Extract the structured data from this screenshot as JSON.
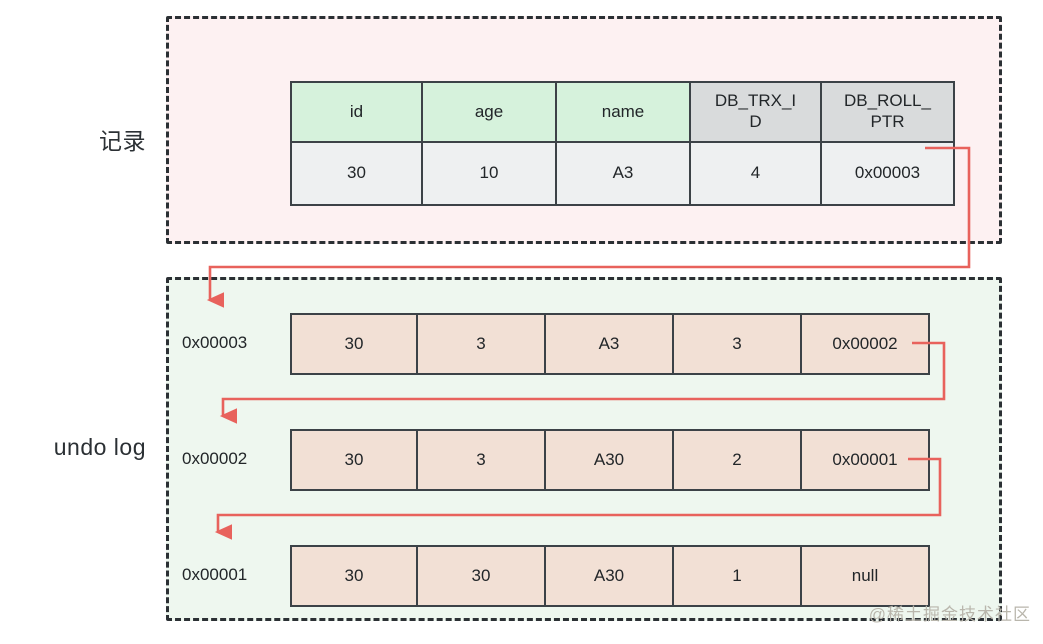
{
  "diagram": {
    "title_labels": {
      "record": "记录",
      "undo_log": "undo log"
    },
    "watermark": "@稀土掘金技术社区",
    "colors": {
      "record_group_bg": "#fdf1f2",
      "undo_group_bg": "#eef7ef",
      "group_border": "#2b3034",
      "header_green": "#d6f2dc",
      "header_grey": "#d9dbdc",
      "value_cell": "#eef0f1",
      "undo_cell": "#f2e0d5",
      "connector": "#e8625c"
    }
  },
  "record_table": {
    "headers": [
      {
        "label": "id",
        "style": "green"
      },
      {
        "label": "age",
        "style": "green"
      },
      {
        "label": "name",
        "style": "green"
      },
      {
        "label": "DB_TRX_I\nD",
        "line1": "DB_TRX_I",
        "line2": "D",
        "style": "grey"
      },
      {
        "label": "DB_ROLL_\nPTR",
        "line1": "DB_ROLL_",
        "line2": "PTR",
        "style": "grey"
      }
    ],
    "row": {
      "id": "30",
      "age": "10",
      "name": "A3",
      "db_trx_id": "4",
      "db_roll_ptr": "0x00003"
    }
  },
  "undo_log": {
    "rows": [
      {
        "pointer": "0x00003",
        "id": "30",
        "age": "3",
        "name": "A3",
        "db_trx_id": "3",
        "db_roll_ptr": "0x00002"
      },
      {
        "pointer": "0x00002",
        "id": "30",
        "age": "3",
        "name": "A30",
        "db_trx_id": "2",
        "db_roll_ptr": "0x00001"
      },
      {
        "pointer": "0x00001",
        "id": "30",
        "age": "30",
        "name": "A30",
        "db_trx_id": "1",
        "db_roll_ptr": "null"
      }
    ]
  }
}
